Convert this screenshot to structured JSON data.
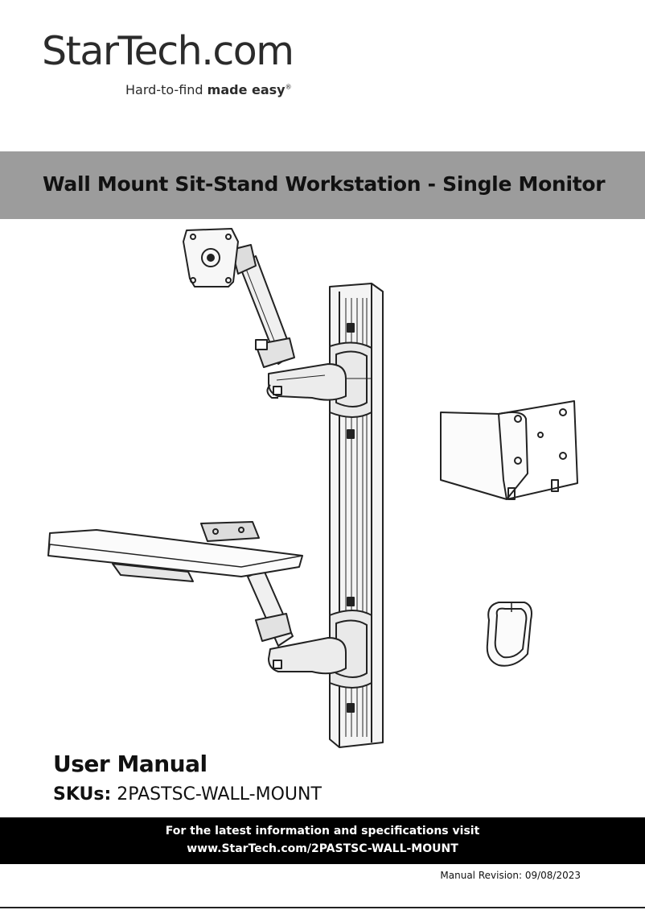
{
  "brand": {
    "logo_name": "StarTech",
    "logo_dot": ".",
    "logo_com": "com",
    "tagline_light": "Hard-to-find ",
    "tagline_bold": "made easy",
    "tagline_mark": "®"
  },
  "cover": {
    "product_title": "Wall Mount Sit-Stand Workstation - Single Monitor",
    "document_type": "User Manual",
    "sku_label": "SKUs:",
    "sku_value": "2PASTSC-WALL-MOUNT"
  },
  "info_bar": {
    "line1": "For the latest information and specifications visit",
    "line2": "www.StarTech.com/2PASTSC-WALL-MOUNT"
  },
  "footer": {
    "revision": "Manual Revision: 09/08/2023"
  },
  "colors": {
    "title_band": "#9c9c9c",
    "info_band": "#000000",
    "line_art": "#222222"
  }
}
